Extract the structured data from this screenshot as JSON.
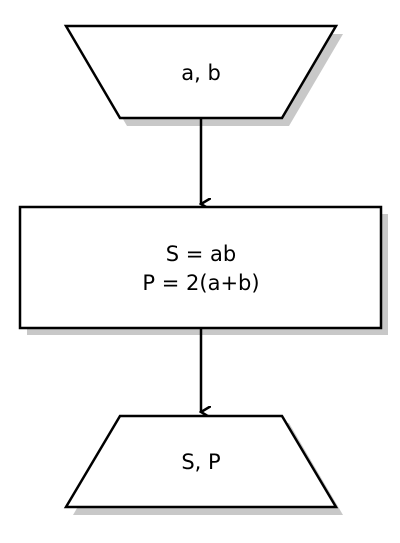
{
  "flowchart": {
    "input_block": {
      "text": "a, b"
    },
    "process_block": {
      "line1": "S = ab",
      "line2": "P = 2(a+b)"
    },
    "output_block": {
      "text": "S, P"
    }
  }
}
